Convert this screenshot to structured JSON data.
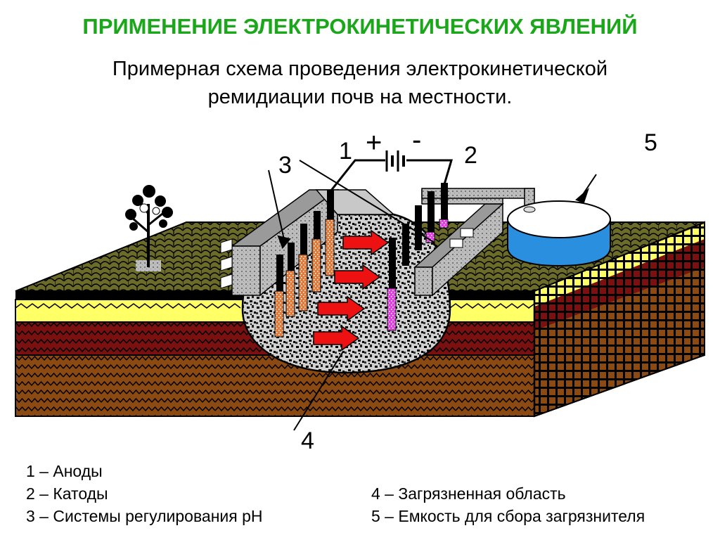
{
  "page": {
    "title": "ПРИМЕНЕНИЕ ЭЛЕКТРОКИНЕТИЧЕСКИХ ЯВЛЕНИЙ",
    "subtitle_line1": "Примерная схема проведения электрокинетической",
    "subtitle_line2": "ремидиации почв на местности."
  },
  "diagram": {
    "labels": {
      "n1": "1",
      "n2": "2",
      "n3": "3",
      "n4": "4",
      "n5": "5",
      "plus": "+",
      "minus": "-"
    }
  },
  "legend": {
    "left": [
      "1 – Аноды",
      "2 – Катоды",
      "3 – Системы регулирования рН"
    ],
    "right": [
      "4 – Загрязненная область",
      "5 – Емкость для сбора загрязнителя"
    ]
  },
  "colors": {
    "title": "#1aa81a",
    "grass": "#6b6b2a",
    "soil_dark_red": "#7a1010",
    "soil_brown": "#8b4a12",
    "sand_yellow": "#ffff66",
    "water_blue": "#2b8fe0",
    "anode": "#e07a3a",
    "cathode": "#e040e0",
    "arrow": "#ee1111"
  }
}
